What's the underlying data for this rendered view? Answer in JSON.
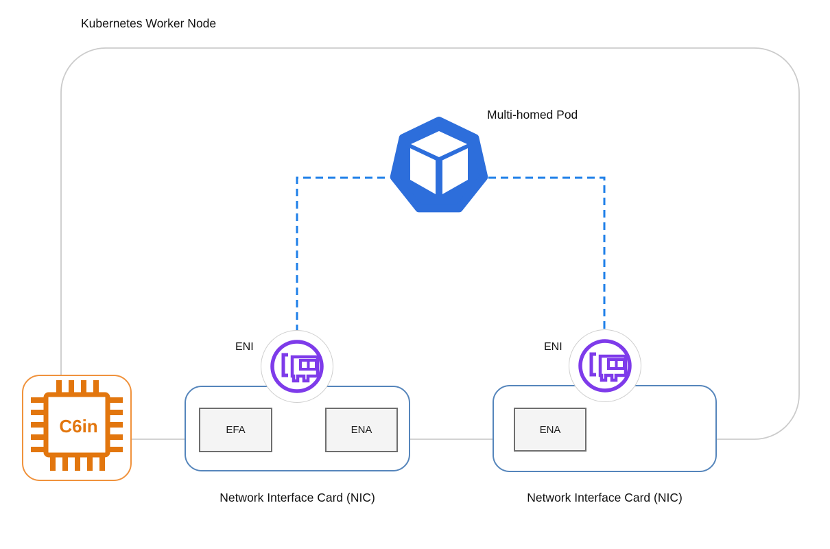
{
  "diagram": {
    "title": "Kubernetes Worker Node",
    "pod": {
      "label": "Multi-homed Pod"
    },
    "eni_left": {
      "label": "ENI"
    },
    "eni_right": {
      "label": "ENI"
    },
    "instance": {
      "label": "C6in"
    },
    "nic_left": {
      "label": "Network Interface Card (NIC)",
      "adapters": [
        "EFA",
        "ENA"
      ]
    },
    "nic_right": {
      "label": "Network Interface Card (NIC)",
      "adapters": [
        "ENA"
      ]
    },
    "colors": {
      "pod_blue": "#2d6edb",
      "connector_dash_blue": "#1e7fe8",
      "eni_purple": "#7e3bea",
      "instance_orange": "#e2760e",
      "instance_border_orange": "#f0923c",
      "nic_border_blue": "#5585bb",
      "boundary_gray": "#cbcbcb"
    }
  }
}
